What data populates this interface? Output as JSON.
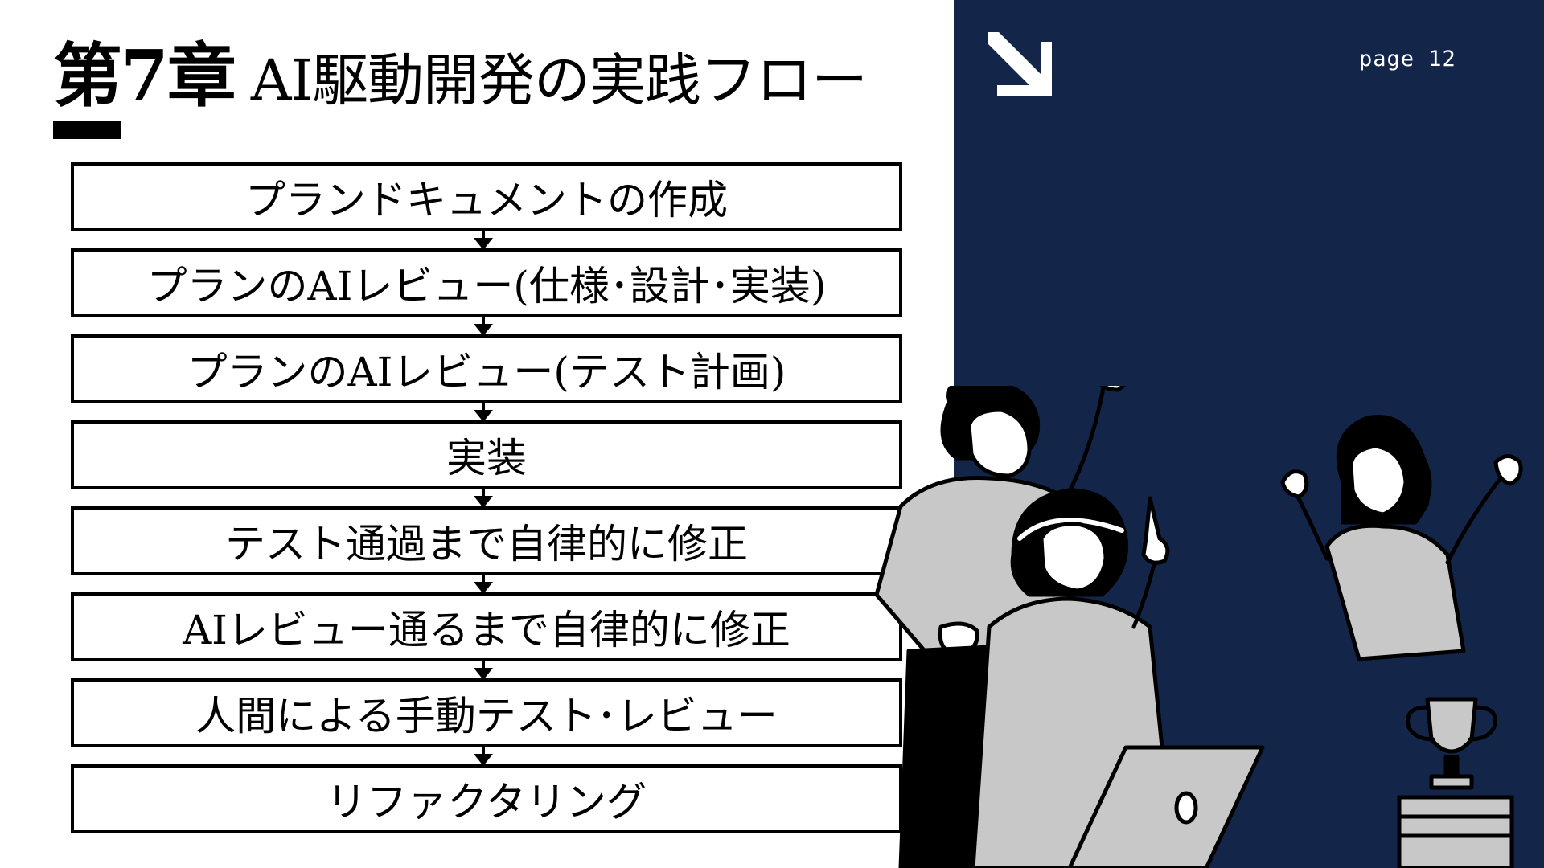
{
  "slide": {
    "chapter": "第7章",
    "title": "AI駆動開発の実践フロー",
    "page_number": "page 12"
  },
  "flow": {
    "steps": [
      {
        "label": "プランドキュメントの作成"
      },
      {
        "label": "プランのAIレビュー(仕様･設計･実装)"
      },
      {
        "label": "プランのAIレビュー(テスト計画)"
      },
      {
        "label": "実装"
      },
      {
        "label": "テスト通過まで自律的に修正"
      },
      {
        "label": "AIレビュー通るまで自律的に修正"
      },
      {
        "label": "人間による手動テスト･レビュー"
      },
      {
        "label": "リファクタリング"
      }
    ]
  },
  "icons": {
    "corner_arrow": "arrow-down-right-icon",
    "step_connector": "arrow-down-icon"
  },
  "colors": {
    "navy": "#13264a",
    "black": "#000000",
    "white": "#ffffff",
    "gray": "#c8c8c8"
  }
}
